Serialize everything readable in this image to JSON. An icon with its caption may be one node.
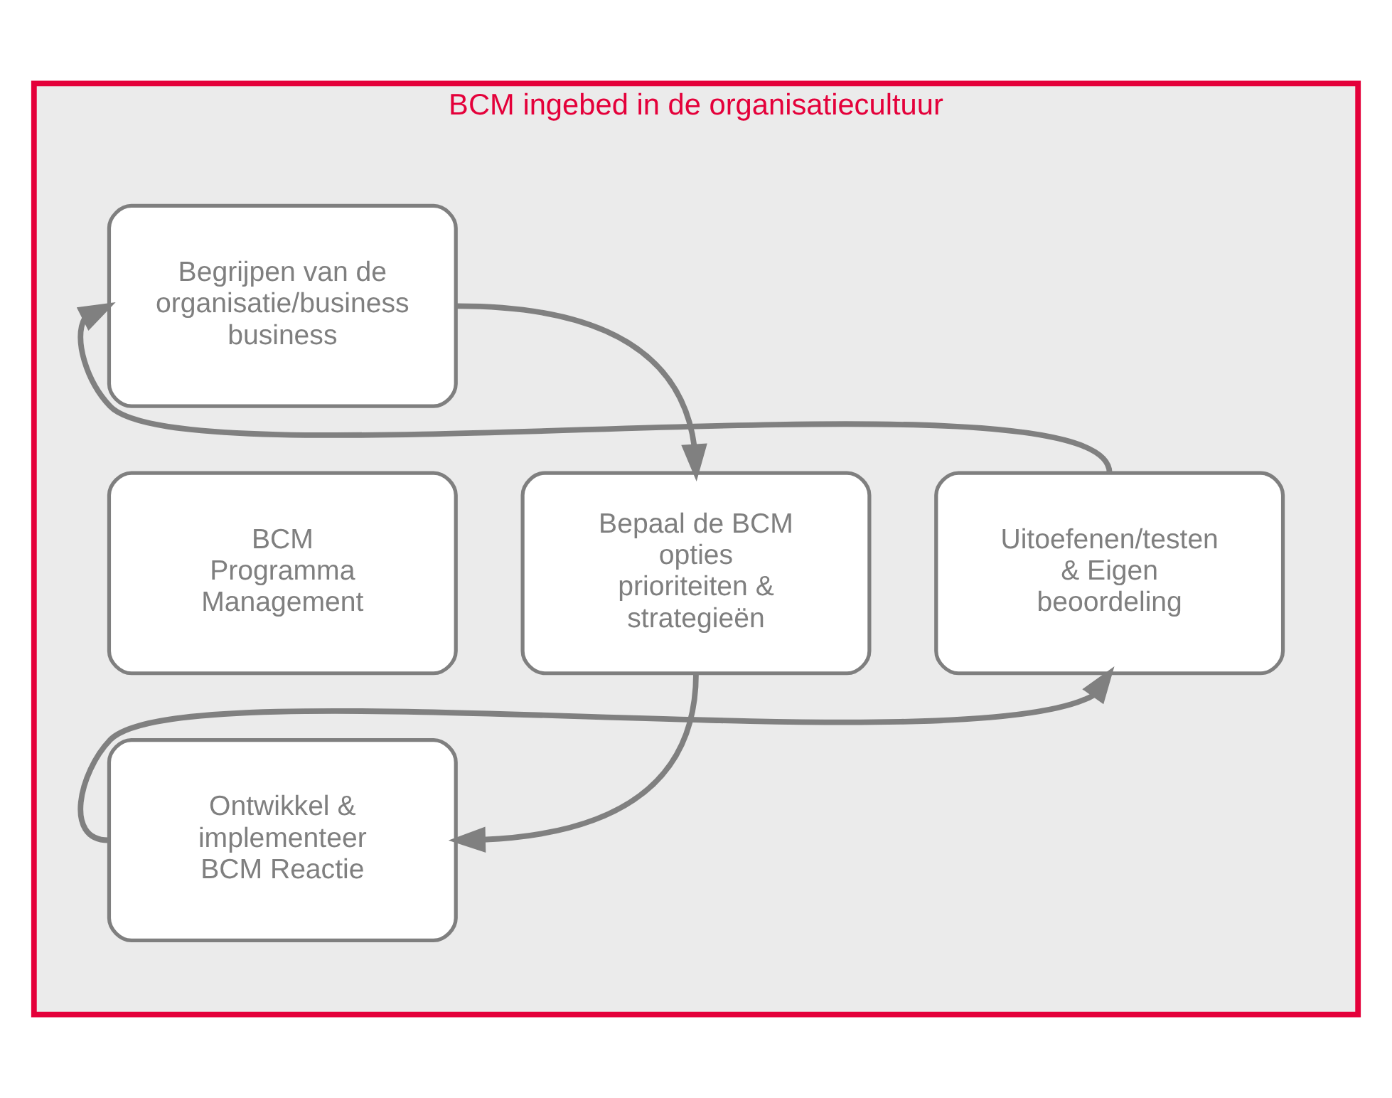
{
  "diagram": {
    "nodes": [
      {
        "text": [
          "BCM ingebed in de organisatiecultuur"
        ]
      },
      {
        "text": [
          "Begrijpen van de organisatie/business business"
        ],
        "in": 0
      },
      {
        "text": [
          "Uitoefenen/testen & Eigen beoordeling"
        ],
        "in": 0
      },
      {
        "text": [
          "BCM Programma Management"
        ],
        "in": 0
      },
      {
        "text": [
          "Bepaal de BCM opties prioriteiten & strategieën"
        ],
        "in": 0
      },
      {
        "text": [
          "Ontwikkel & implementeer BCM Reactie"
        ],
        "in": 0
      }
    ],
    "edges": [
      {
        "from": 1,
        "to": 4,
        "arrow": "to"
      },
      {
        "from": 4,
        "to": 5,
        "arrow": "to"
      },
      {
        "from": 5,
        "to": 2,
        "arrow": "to"
      },
      {
        "from": 2,
        "to": 1,
        "arrow": "to"
      }
    ]
  }
}
